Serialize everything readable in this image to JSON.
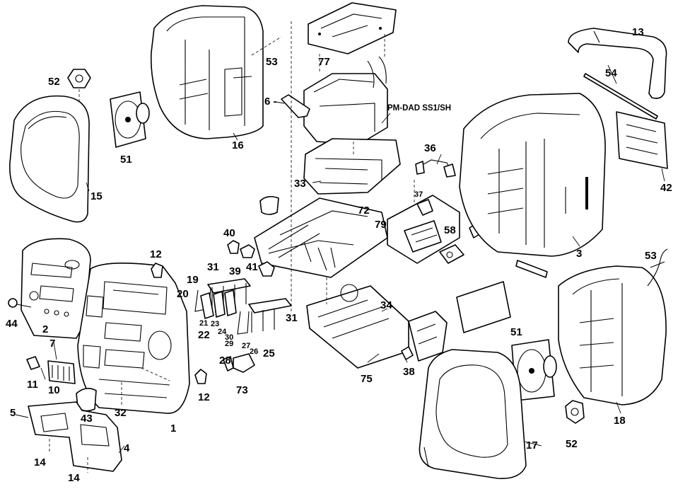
{
  "model_label": "PM-DAD SS1/SH",
  "callouts": {
    "c1": "1",
    "c2": "2",
    "c3": "3",
    "c4": "4",
    "c5": "5",
    "c6": "6 -",
    "c7": "7",
    "c10": "10",
    "c11": "11",
    "c12a": "12",
    "c12b": "12",
    "c13": "13",
    "c14a": "14",
    "c14b": "14",
    "c15": "15",
    "c16": "16",
    "c17": "17",
    "c18": "18",
    "c19": "19",
    "c20": "20",
    "c21": "21",
    "c22": "22",
    "c23": "23",
    "c24": "24",
    "c25": "25",
    "c26": "26",
    "c27": "27",
    "c28": "28",
    "c29": "29",
    "c30": "30",
    "c31a": "31",
    "c31b": "31",
    "c32": "32",
    "c33": "33",
    "c34": "34",
    "c36": "36",
    "c37": "37",
    "c38": "38",
    "c39": "39",
    "c40": "40",
    "c41": "41",
    "c42": "42",
    "c43": "43",
    "c44": "44",
    "c51a": "51",
    "c51b": "51",
    "c52a": "52",
    "c52b": "52",
    "c53a": "53",
    "c53b": "53",
    "c54": "54",
    "c58": "58",
    "c72": "72",
    "c73": "73",
    "c75": "75",
    "c77": "77",
    "c79": "79"
  }
}
